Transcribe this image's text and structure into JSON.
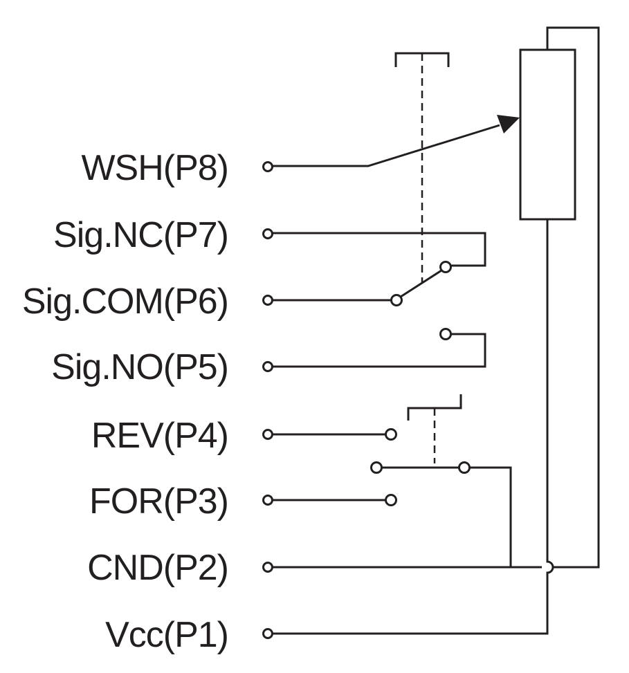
{
  "pins": [
    {
      "id": "p8",
      "label": "WSH(P8)"
    },
    {
      "id": "p7",
      "label": "Sig.NC(P7)"
    },
    {
      "id": "p6",
      "label": "Sig.COM(P6)"
    },
    {
      "id": "p5",
      "label": "Sig.NO(P5)"
    },
    {
      "id": "p4",
      "label": "REV(P4)"
    },
    {
      "id": "p3",
      "label": "FOR(P3)"
    },
    {
      "id": "p2",
      "label": "CND(P2)"
    },
    {
      "id": "p1",
      "label": "Vcc(P1)"
    }
  ],
  "colors": {
    "line": "#231f20",
    "background": "#ffffff"
  }
}
